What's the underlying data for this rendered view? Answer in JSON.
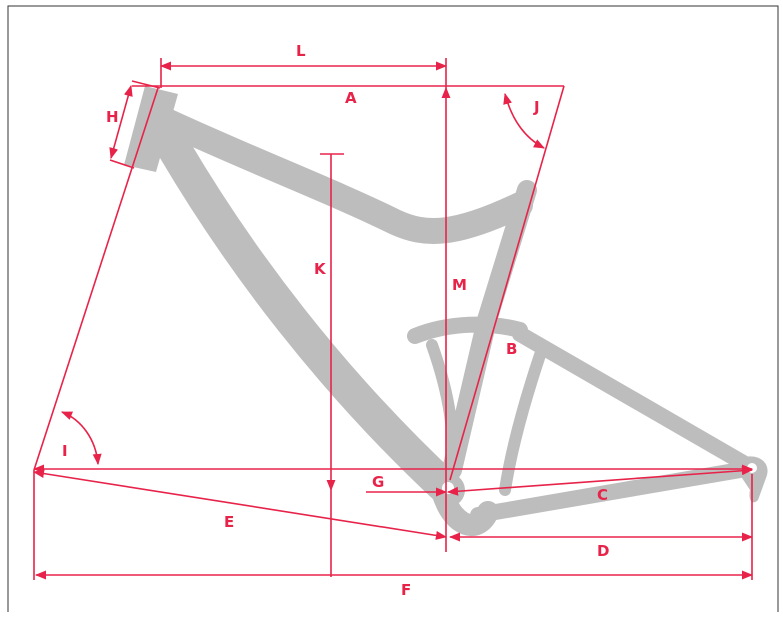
{
  "colors": {
    "accent": "#e8234a",
    "frame": "#bdbdbd",
    "border": "#333333",
    "background": "#ffffff"
  },
  "labels": {
    "A": "A",
    "B": "B",
    "C": "C",
    "D": "D",
    "E": "E",
    "F": "F",
    "G": "G",
    "H": "H",
    "I": "I",
    "J": "J",
    "K": "K",
    "L": "L",
    "M": "M"
  }
}
